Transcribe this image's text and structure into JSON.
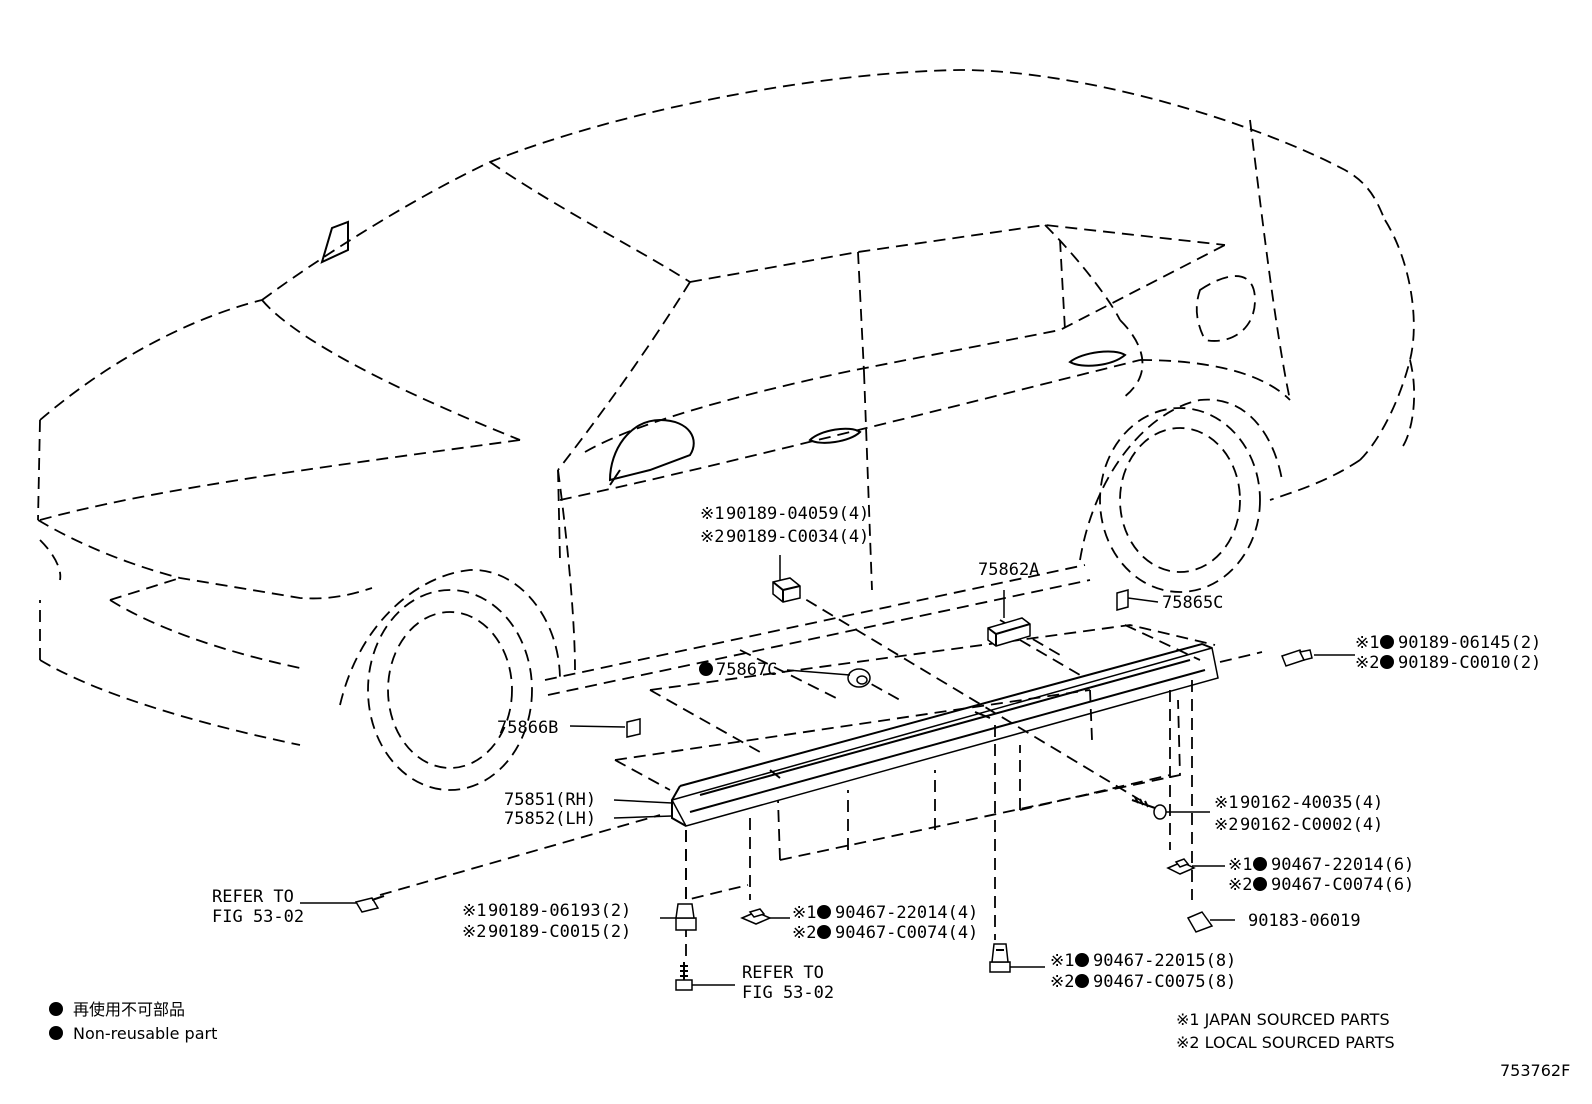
{
  "diagram": {
    "labels": {
      "p_75862A": "75862A",
      "p_75865C": "75865C",
      "p_75867C": "75867C",
      "p_75866B": "75866B",
      "p_75851": "75851(RH)",
      "p_75852": "75852(LH)",
      "clip_top_1": "90189-04059(4)",
      "clip_top_2": "90189-C0034(4)",
      "clip_rear_1": "90189-06145(2)",
      "clip_rear_2": "90189-C0010(2)",
      "screw_1": "90162-40035(4)",
      "screw_2": "90162-C0002(4)",
      "nut_r_1": "90467-22014(6)",
      "nut_r_2": "90467-C0074(6)",
      "nut_single": "90183-06019",
      "clip_bottom_1": "90467-22015(8)",
      "clip_bottom_2": "90467-C0075(8)",
      "nut_mid_1": "90467-22014(4)",
      "nut_mid_2": "90467-C0074(4)",
      "clip_front_1": "90189-06193(2)",
      "clip_front_2": "90189-C0015(2)",
      "refer_1a": "REFER TO",
      "refer_1b": "FIG 53-02",
      "refer_2a": "REFER TO",
      "refer_2b": "FIG 53-02",
      "mark_1": "※1",
      "mark_2": "※2"
    },
    "legend": {
      "non_reusable_jp": "再使用不可部品",
      "non_reusable_en": "Non-reusable part",
      "japan_sourced": "※1 JAPAN SOURCED PARTS",
      "local_sourced": "※2 LOCAL SOURCED PARTS"
    },
    "figure_id": "753762F"
  }
}
